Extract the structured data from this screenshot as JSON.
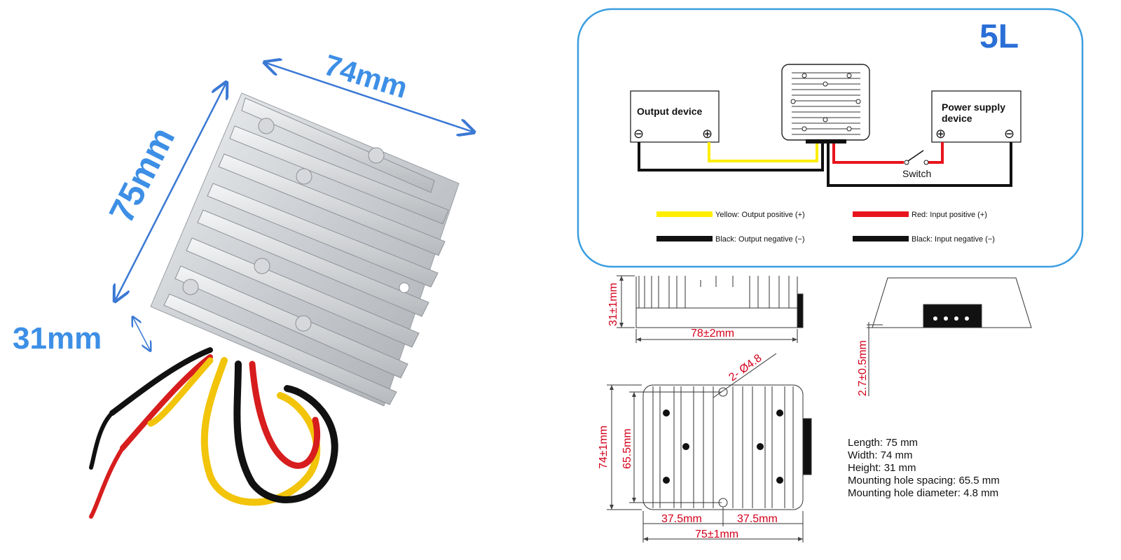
{
  "product_photo": {
    "dim_width": "74mm",
    "dim_length": "75mm",
    "dim_height": "31mm",
    "accent_color": "#3d8fe6"
  },
  "wiring": {
    "model_tag": "5L",
    "output_device": "Output device",
    "power_supply_line1": "Power supply",
    "power_supply_line2": "device",
    "switch_label": "Switch",
    "plus_symbol": "⊕",
    "minus_symbol": "⊖",
    "legend": [
      {
        "color": "#ffee00",
        "text": "Yellow: Output positive (+)"
      },
      {
        "color": "#e8141c",
        "text": "Red: Input positive (+)"
      },
      {
        "color": "#111111",
        "text": "Black: Output negative (−)"
      },
      {
        "color": "#111111",
        "text": "Black: Input negative (−)"
      }
    ],
    "frame_color": "#3a9ee0"
  },
  "drawings": {
    "height_dim": "31±1mm",
    "side_length_dim": "78±2mm",
    "flange_dim": "2.7±0.5mm",
    "hole_dim": "2- Ø4.8",
    "width_dim": "74±1mm",
    "hole_spacing_dim": "65.5mm",
    "half_left_dim": "37.5mm",
    "half_right_dim": "37.5mm",
    "length_dim": "75±1mm"
  },
  "specs": [
    "Length: 75 mm",
    "Width: 74 mm",
    "Height: 31 mm",
    "Mounting hole spacing: 65.5 mm",
    "Mounting hole diameter: 4.8 mm"
  ]
}
